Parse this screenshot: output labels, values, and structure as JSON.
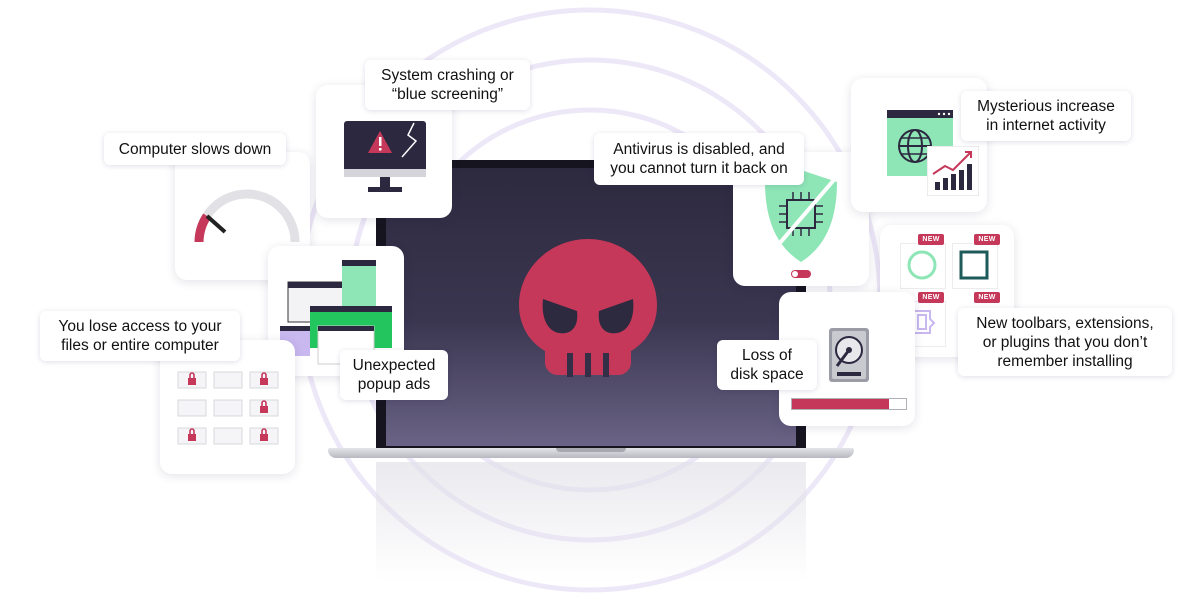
{
  "labels": {
    "slows_down": "Computer slows down",
    "crashing_line1": "System crashing or",
    "crashing_line2": "“blue screening”",
    "antivirus_line1": "Antivirus is disabled, and",
    "antivirus_line2": "you cannot turn it back on",
    "internet_line1": "Mysterious increase",
    "internet_line2": "in internet activity",
    "lose_access_line1": "You lose access to your",
    "lose_access_line2": "files or entire computer",
    "popup_line1": "Unexpected",
    "popup_line2": "popup ads",
    "disk_line1": "Loss of",
    "disk_line2": "disk space",
    "toolbars_line1": "New toolbars, extensions,",
    "toolbars_line2": "or plugins that you don’t",
    "toolbars_line3": "remember installing"
  },
  "badges": {
    "new": "NEW"
  },
  "indicators": {
    "disk_used_fraction": 0.85
  },
  "icons": [
    "skull-icon",
    "speedometer-icon",
    "warning-monitor-icon",
    "shield-chip-icon",
    "globe-window-icon",
    "trend-chart-icon",
    "locked-folder-icon",
    "popup-window-icon",
    "hard-drive-icon",
    "circle-extension-icon",
    "square-extension-icon",
    "puzzle-extension-icon"
  ],
  "colors": {
    "accent_red": "#c5385a",
    "accent_green": "#8ee6b6",
    "dark_navy": "#2b2840",
    "ring_purple": "#ece6f7"
  }
}
